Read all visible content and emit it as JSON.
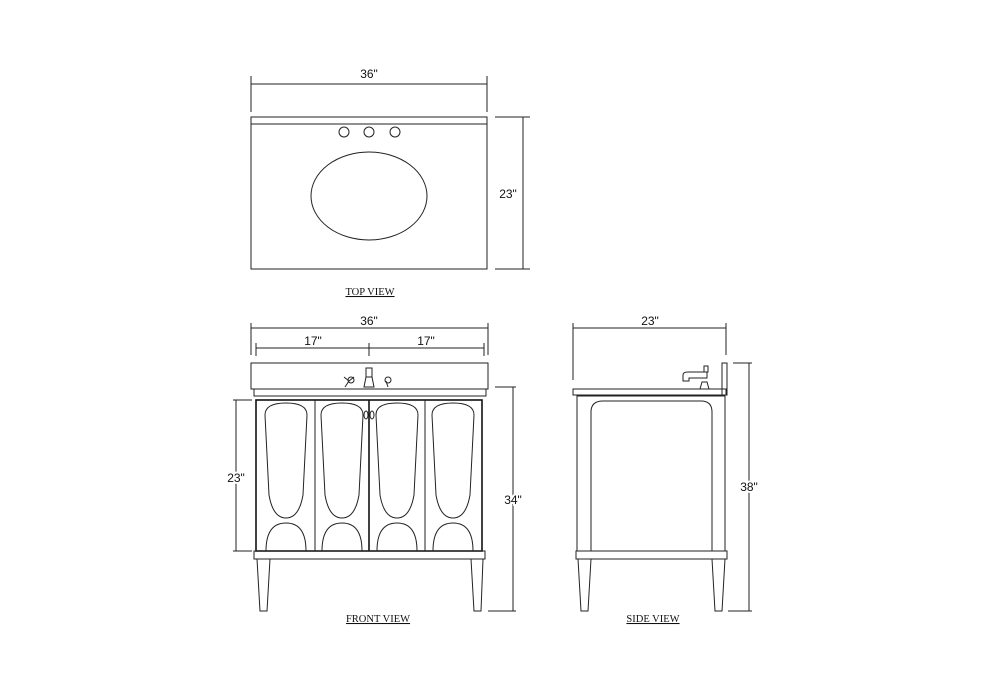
{
  "top_view": {
    "caption": "TOP VIEW",
    "width_label": "36\"",
    "depth_label": "23\""
  },
  "front_view": {
    "caption": "FRONT VIEW",
    "width_label": "36\"",
    "left_half_label": "17\"",
    "right_half_label": "17\"",
    "cabinet_height_label": "23\"",
    "counter_height_label": "34\""
  },
  "side_view": {
    "caption": "SIDE VIEW",
    "depth_label": "23\"",
    "total_height_label": "38\""
  }
}
